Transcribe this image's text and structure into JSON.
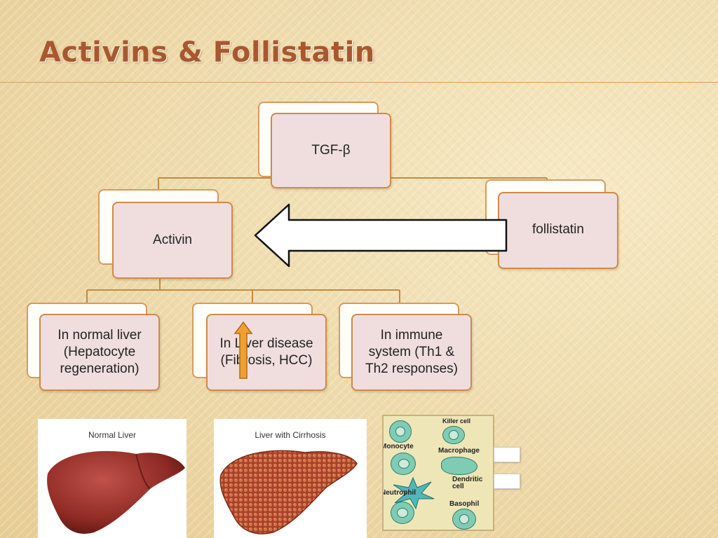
{
  "slide": {
    "title": "Activins & Follistatin"
  },
  "diagram": {
    "root": "TGF-β",
    "activin": "Activin",
    "follistatin": "follistatin",
    "children": [
      "In normal  liver (Hepatocyte regeneration)",
      "In Liver disease (Fibrosis, HCC)",
      "In immune system (Th1 & Th2 responses)"
    ]
  },
  "images": {
    "normal_liver_caption": "Normal Liver",
    "cirrhosis_caption": "Liver with Cirrhosis",
    "immune_cells": {
      "labels": [
        "Monocyte",
        "Macrophage",
        "Dendritic cell",
        "Neutrophil",
        "Basophil",
        "Killer cell"
      ]
    }
  },
  "colors": {
    "title": "#a8582e",
    "box_fill": "#f0dede",
    "box_border": "#cf8a48",
    "connector": "#c58a3c",
    "up_arrow": "#f0a030"
  }
}
